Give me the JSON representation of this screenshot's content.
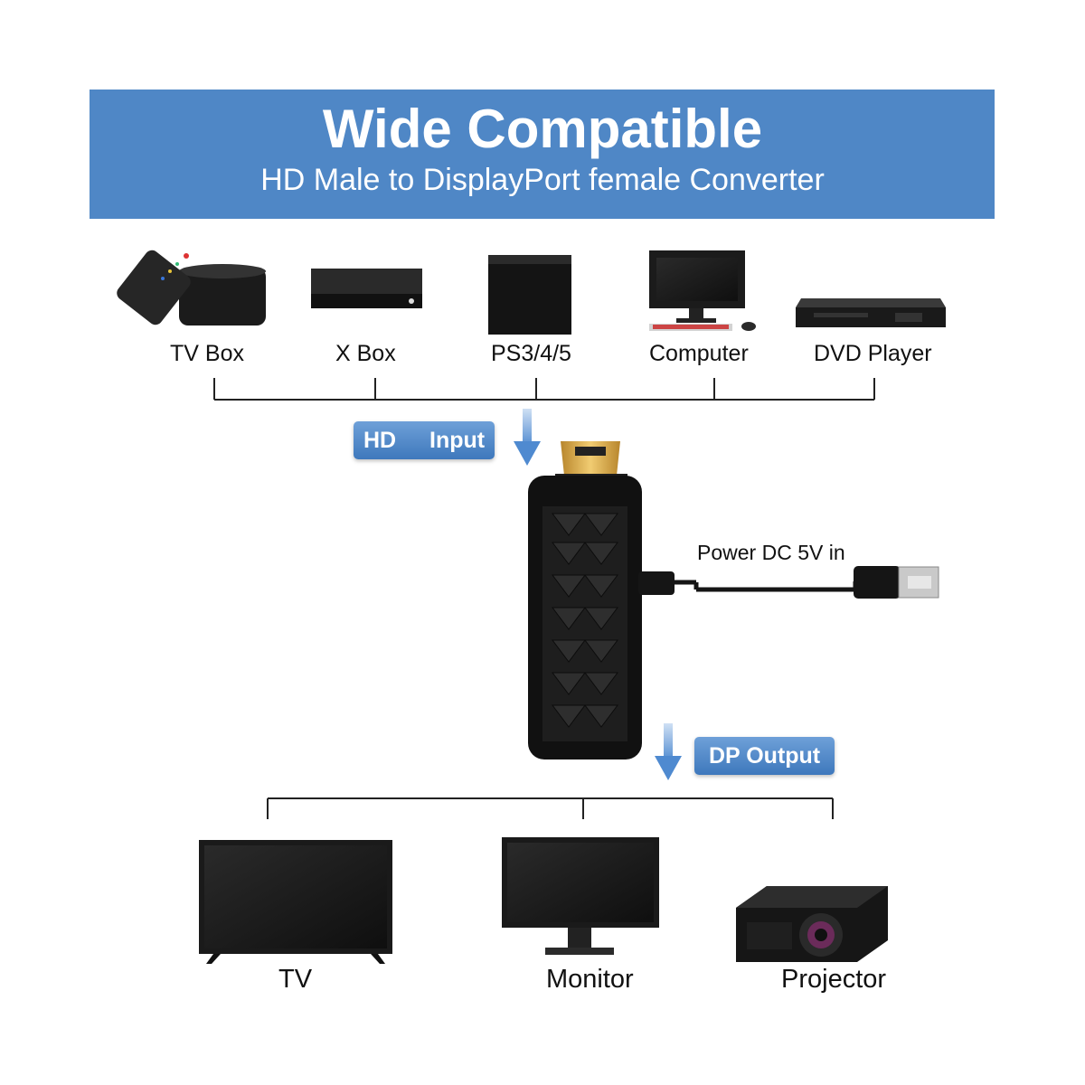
{
  "banner": {
    "title": "Wide Compatible",
    "subtitle": "HD Male to DisplayPort female Converter"
  },
  "sources": [
    {
      "label": "TV Box",
      "icon": "tv-box-icon"
    },
    {
      "label": "X Box",
      "icon": "xbox-console-icon"
    },
    {
      "label": "PS3/4/5",
      "icon": "playstation-console-icon"
    },
    {
      "label": "Computer",
      "icon": "desktop-computer-icon"
    },
    {
      "label": "DVD Player",
      "icon": "dvd-player-icon"
    }
  ],
  "input_tag": {
    "left": "HD",
    "right": "Input"
  },
  "power_label": "Power DC 5V in",
  "output_tag": "DP Output",
  "outputs": [
    {
      "label": "TV",
      "icon": "tv-icon"
    },
    {
      "label": "Monitor",
      "icon": "monitor-icon"
    },
    {
      "label": "Projector",
      "icon": "projector-icon"
    }
  ],
  "colors": {
    "banner": "#4f87c6",
    "tag": "#4f87c6",
    "arrow": "#5b95d6",
    "device": "#1a1a1a",
    "connector": "#d9a441"
  }
}
